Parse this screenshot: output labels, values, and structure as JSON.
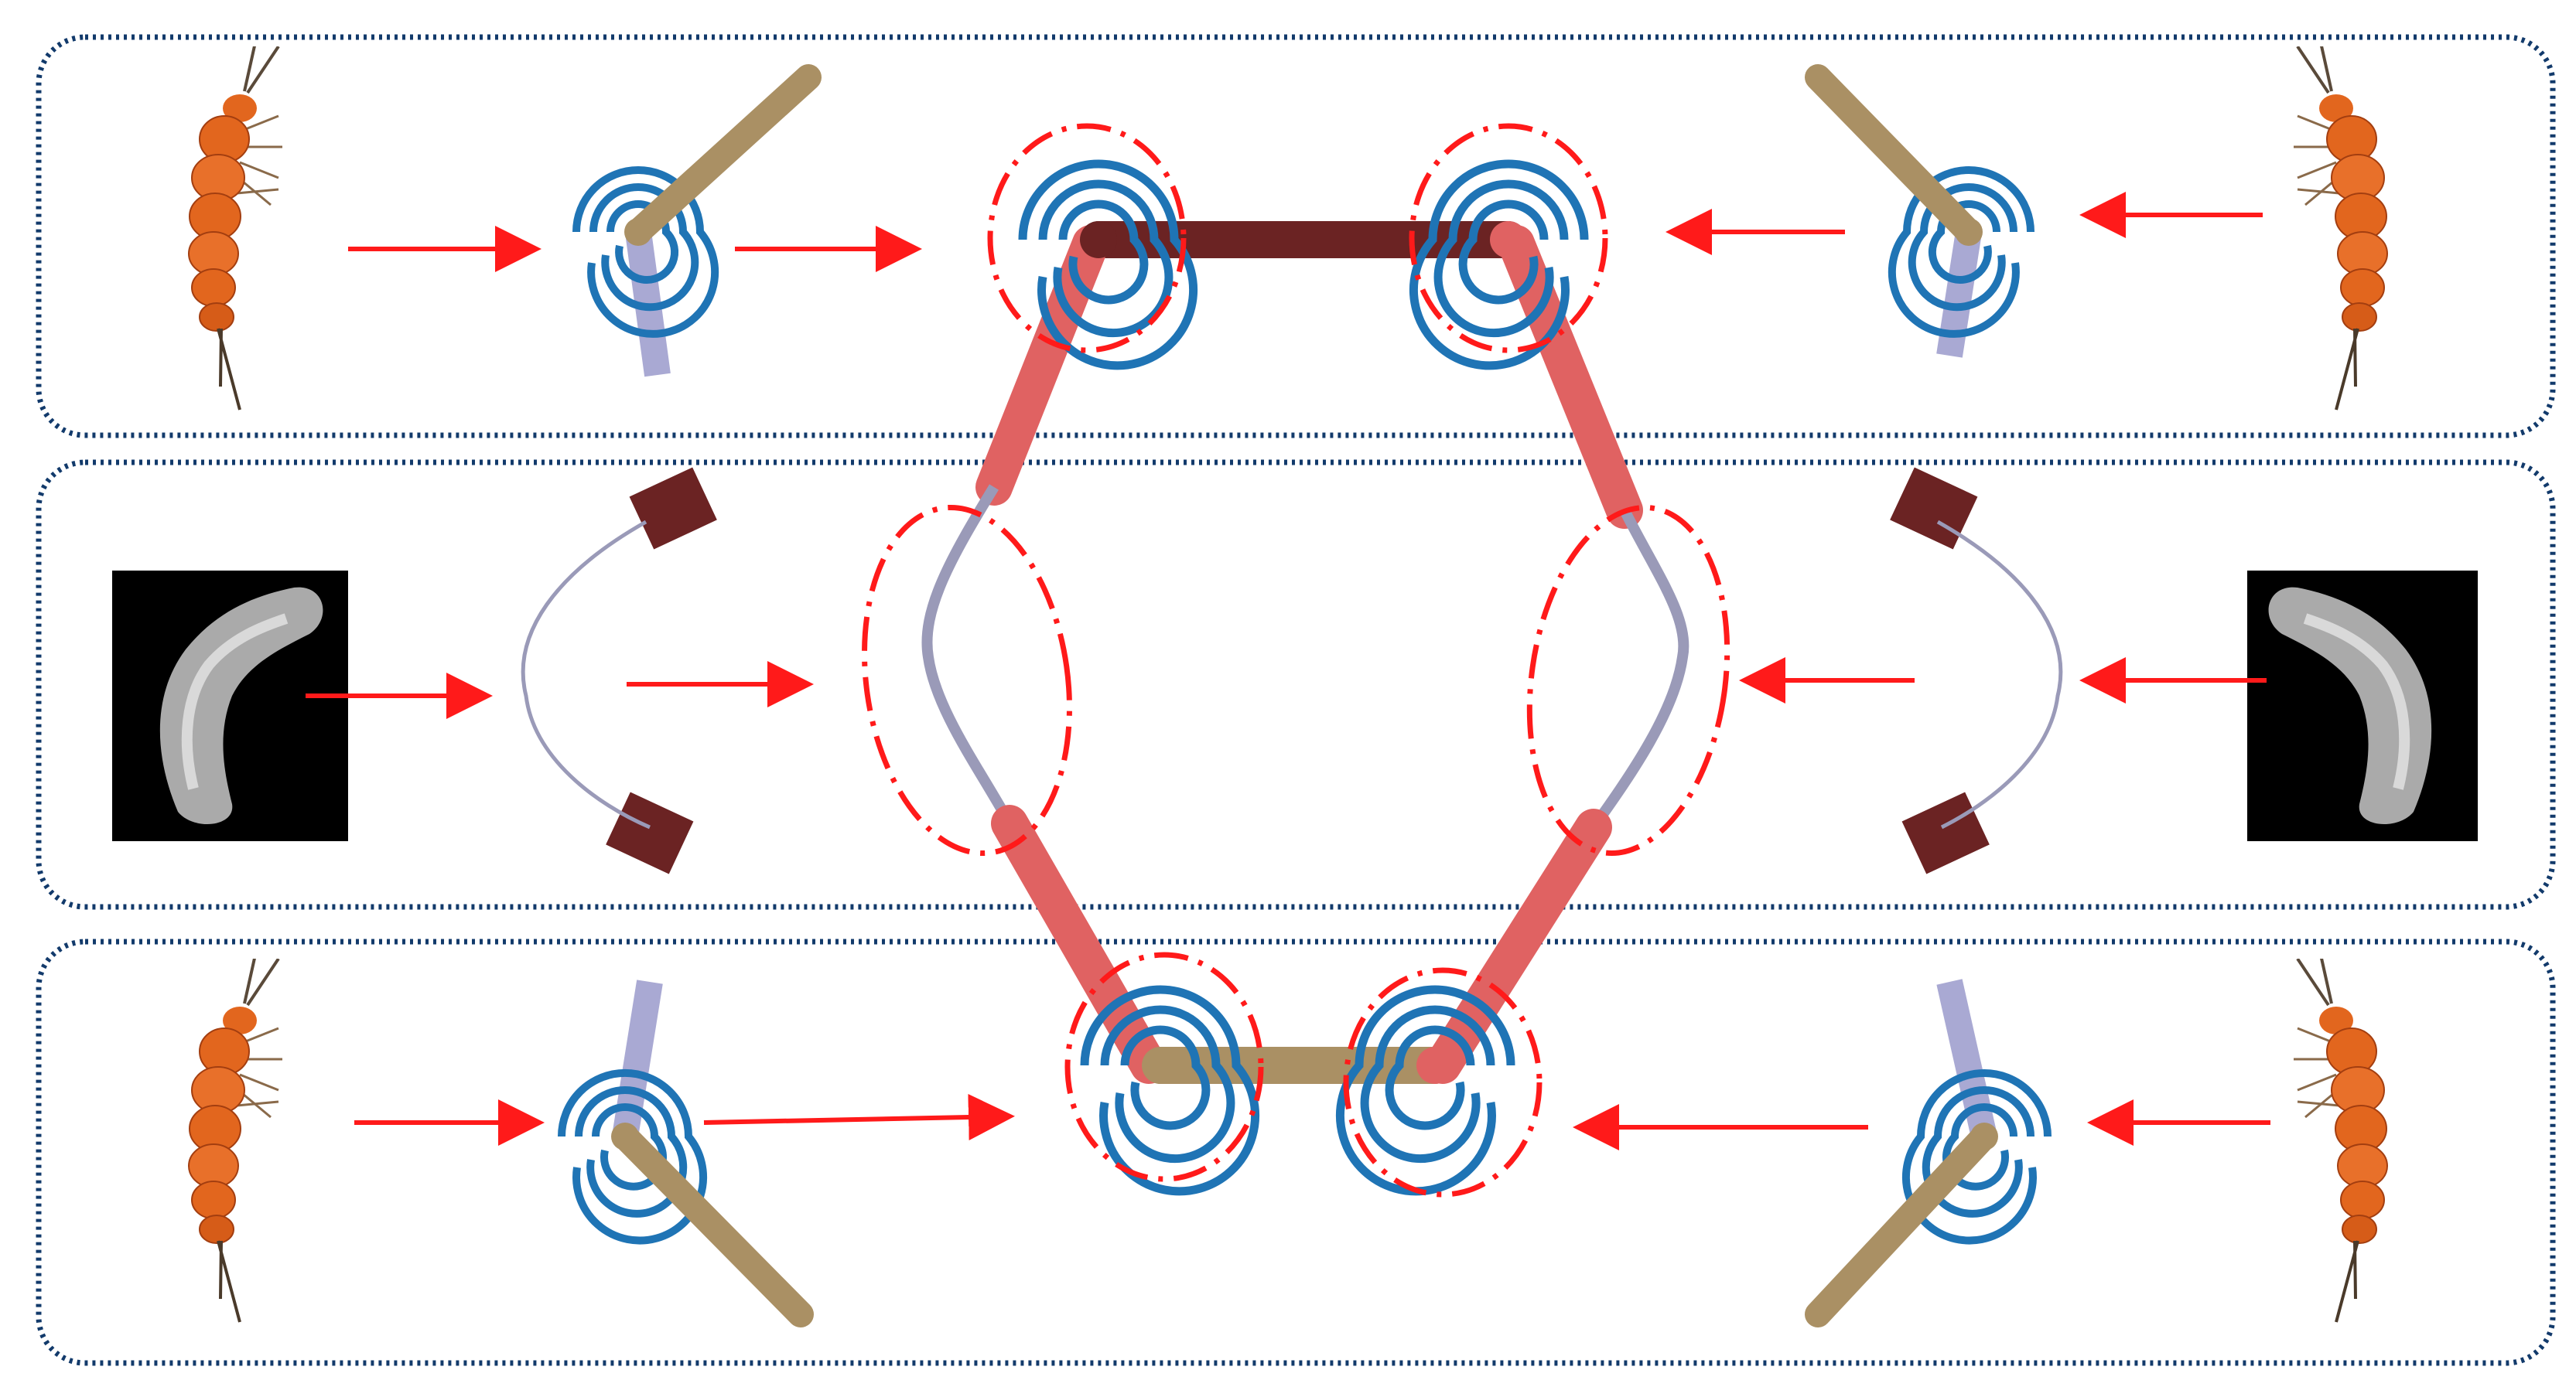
{
  "diagram": {
    "panels": [
      {
        "id": "top",
        "component": "torsion-spring-joint",
        "source": "springtail-insect"
      },
      {
        "id": "middle",
        "component": "flexure-beam",
        "source": "larva-micrograph"
      },
      {
        "id": "bottom",
        "component": "torsion-spring-joint",
        "source": "springtail-insect"
      }
    ],
    "colors": {
      "panel_border": "#123a6b",
      "arrow": "#ff1a1a",
      "highlight_ellipse": "#ff1a1a",
      "spring": "#1f74b5",
      "link_light_red": "#e06262",
      "link_dark_red": "#6b2323",
      "link_tan": "#aa9064",
      "link_lavender": "#a9a9d3",
      "block_brown": "#6b2323",
      "insect_orange": "#e2661e",
      "micrograph_bg": "#000000"
    },
    "icons": [
      "insect-icon",
      "spiral-spring-icon",
      "micrograph-icon",
      "flexure-beam-icon",
      "arrow-icon"
    ]
  }
}
